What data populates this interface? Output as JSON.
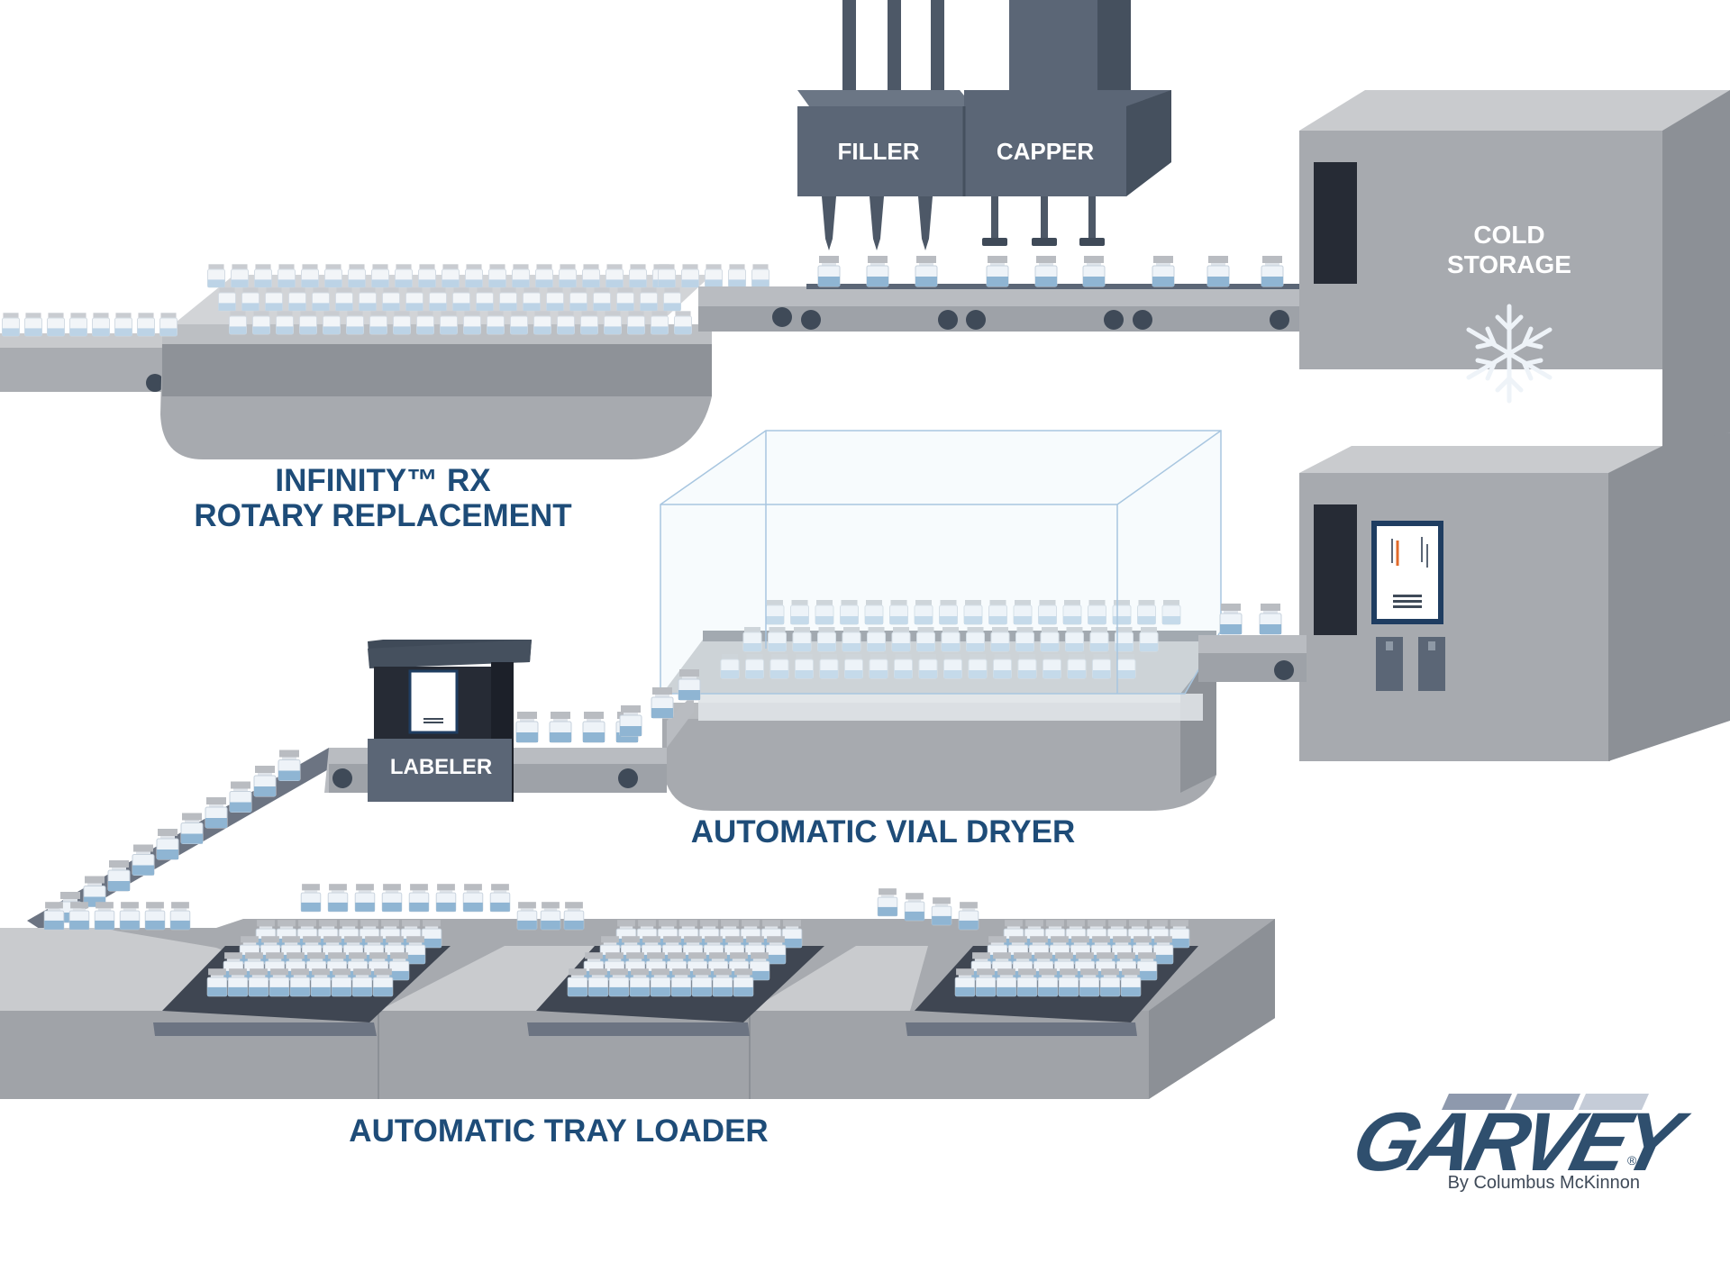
{
  "stations": {
    "filler": "FILLER",
    "capper": "CAPPER",
    "cold_storage_line1": "COLD",
    "cold_storage_line2": "STORAGE",
    "labeler": "LABELER"
  },
  "section_labels": {
    "infinity_line1": "INFINITY™ RX",
    "infinity_line2": "ROTARY REPLACEMENT",
    "vial_dryer": "AUTOMATIC VIAL DRYER",
    "tray_loader": "AUTOMATIC TRAY LOADER"
  },
  "logo": {
    "word": "GARVEY",
    "registered": "®",
    "tagline": "By Columbus McKinnon"
  },
  "colors": {
    "label_blue": "#1e4c78",
    "machine_dark": "#5b6676",
    "machine_light": "#a7aaaf",
    "vial_blue": "#8fb5d3"
  }
}
